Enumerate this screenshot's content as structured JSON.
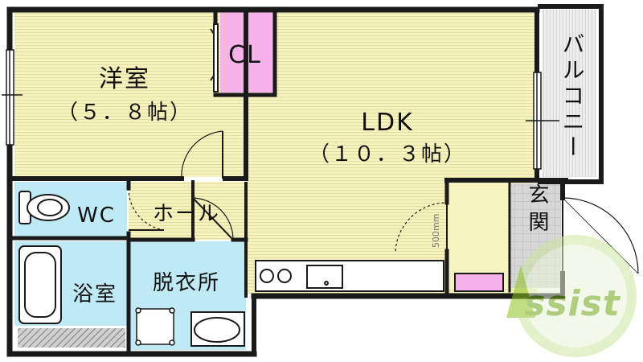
{
  "rooms": {
    "western_room": {
      "name": "洋室",
      "size": "（５．８帖）"
    },
    "closet": "CL",
    "ldk": {
      "name": "LDK",
      "size": "（１０．３帖）"
    },
    "balcony": "バルコニー",
    "wc": "WC",
    "hall": "ホール",
    "dressing": "脱衣所",
    "bath": "浴室",
    "entrance": "玄関"
  },
  "annotations": {
    "dimension": "500mm"
  },
  "watermark": {
    "text": "ASSIST"
  },
  "colors": {
    "wall": "#1a1a1a",
    "floor_yellow": "#f7f3be",
    "wet_blue": "#bfeaf5",
    "closet_pink": "#f5b3ea",
    "balcony_grey": "#eeeeee",
    "entrance_tile": "#d6d6d6",
    "watermark_green": "#8fc31f"
  }
}
